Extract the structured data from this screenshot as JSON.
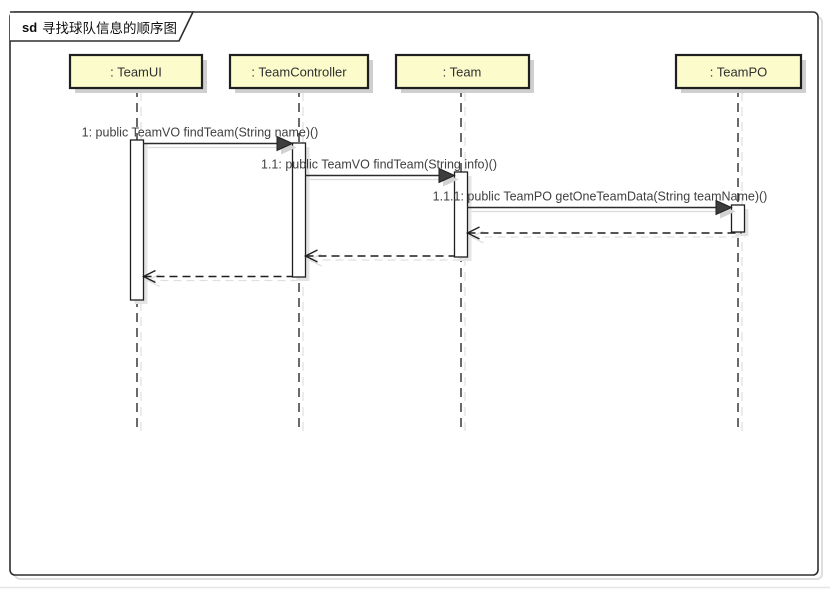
{
  "colors": {
    "classifier_fill": "#fbfbcc",
    "shape_border": "#1f1f1f",
    "frame_border": "#2e2e2e",
    "shadow_gray": "#d8d8d8",
    "message_text": "#3f3f3f"
  },
  "frame": {
    "keyword": "sd",
    "title": "寻找球队信息的顺序图"
  },
  "lifelines": [
    {
      "name": ": TeamUI"
    },
    {
      "name": ": TeamController"
    },
    {
      "name": ": Team"
    },
    {
      "name": ": TeamPO"
    }
  ],
  "messages": [
    {
      "kind": "call",
      "label": "1: public TeamVO findTeam(String name)()",
      "from": ": TeamUI",
      "to": ": TeamController"
    },
    {
      "kind": "call",
      "label": "1.1: public TeamVO findTeam(String info)()",
      "from": ": TeamController",
      "to": ": Team"
    },
    {
      "kind": "call",
      "label": "1.1.1: public TeamPO getOneTeamData(String teamName)()",
      "from": ": Team",
      "to": ": TeamPO"
    },
    {
      "kind": "return",
      "label": "",
      "from": ": TeamPO",
      "to": ": Team"
    },
    {
      "kind": "return",
      "label": "",
      "from": ": Team",
      "to": ": TeamController"
    },
    {
      "kind": "return",
      "label": "",
      "from": ": TeamController",
      "to": ": TeamUI"
    }
  ]
}
